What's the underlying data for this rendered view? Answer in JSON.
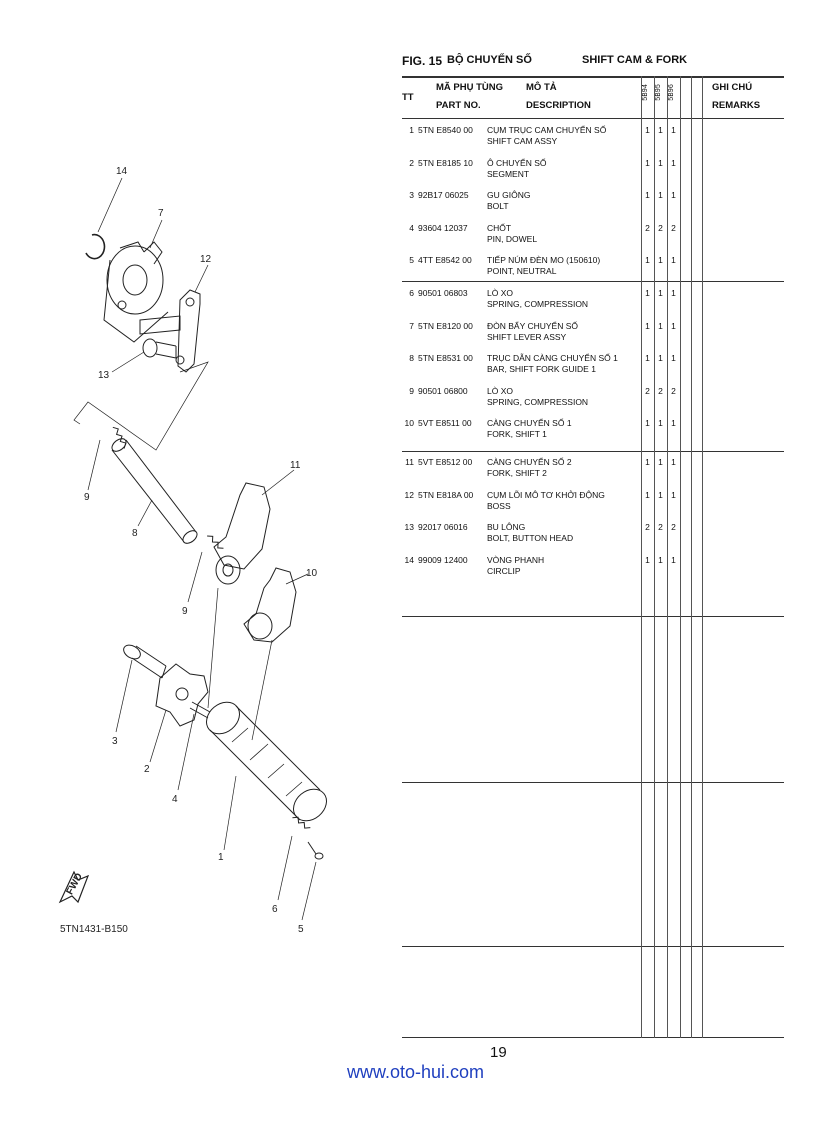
{
  "diagram": {
    "labels": [
      "14",
      "7",
      "12",
      "13",
      "11",
      "9",
      "8",
      "9",
      "10",
      "3",
      "2",
      "4",
      "1",
      "6",
      "5"
    ],
    "fwd_icon_text": "FWD",
    "figure_code": "5TN1431-B150"
  },
  "figure": {
    "label": "FIG. 15",
    "title_vn": "BỘ CHUYỂN SỐ",
    "title_en": "SHIFT CAM & FORK"
  },
  "table_header": {
    "tt": "TT",
    "part_no_vn": "MÃ PHỤ TÙNG",
    "part_no_en": "PART NO.",
    "description_vn": "MÔ TẢ",
    "description_en": "DESCRIPTION",
    "models": [
      "5B94",
      "5B95",
      "5B96"
    ],
    "remarks_vn": "GHI CHÚ",
    "remarks_en": "REMARKS"
  },
  "parts": [
    {
      "no": "1",
      "part_no": "5TN E8540 00",
      "desc_vn": "CỤM TRỤC CAM CHUYỂN SỐ",
      "desc_en": "SHIFT CAM ASSY",
      "qty": [
        "1",
        "1",
        "1"
      ]
    },
    {
      "no": "2",
      "part_no": "5TN E8185 10",
      "desc_vn": "Ô CHUYỂN SỐ",
      "desc_en": "SEGMENT",
      "qty": [
        "1",
        "1",
        "1"
      ]
    },
    {
      "no": "3",
      "part_no": "92B17 06025",
      "desc_vn": "GU GIÔNG",
      "desc_en": "BOLT",
      "qty": [
        "1",
        "1",
        "1"
      ]
    },
    {
      "no": "4",
      "part_no": "93604 12037",
      "desc_vn": "CHỐT",
      "desc_en": "PIN, DOWEL",
      "qty": [
        "2",
        "2",
        "2"
      ]
    },
    {
      "no": "5",
      "part_no": "4TT E8542 00",
      "desc_vn": "TIẾP NÚM ĐÈN MO (150610)",
      "desc_en": "POINT, NEUTRAL",
      "qty": [
        "1",
        "1",
        "1"
      ]
    },
    {
      "no": "6",
      "part_no": "90501 06803",
      "desc_vn": "LÒ XO",
      "desc_en": "SPRING, COMPRESSION",
      "qty": [
        "1",
        "1",
        "1"
      ]
    },
    {
      "no": "7",
      "part_no": "5TN E8120 00",
      "desc_vn": "ĐÒN BẨY CHUYỂN SỐ",
      "desc_en": "SHIFT LEVER ASSY",
      "qty": [
        "1",
        "1",
        "1"
      ]
    },
    {
      "no": "8",
      "part_no": "5TN E8531 00",
      "desc_vn": "TRỤC DẪN CÀNG CHUYỂN SỐ 1",
      "desc_en": "BAR, SHIFT FORK GUIDE 1",
      "qty": [
        "1",
        "1",
        "1"
      ]
    },
    {
      "no": "9",
      "part_no": "90501 06800",
      "desc_vn": "LÒ XO",
      "desc_en": "SPRING, COMPRESSION",
      "qty": [
        "2",
        "2",
        "2"
      ]
    },
    {
      "no": "10",
      "part_no": "5VT E8511 00",
      "desc_vn": "CÀNG CHUYỂN SỐ 1",
      "desc_en": "FORK, SHIFT 1",
      "qty": [
        "1",
        "1",
        "1"
      ]
    },
    {
      "no": "11",
      "part_no": "5VT E8512 00",
      "desc_vn": "CÀNG CHUYỂN SỐ 2",
      "desc_en": "FORK, SHIFT 2",
      "qty": [
        "1",
        "1",
        "1"
      ]
    },
    {
      "no": "12",
      "part_no": "5TN E818A 00",
      "desc_vn": "CỤM LÕI MÔ TƠ KHỞI ĐỘNG",
      "desc_en": "BOSS",
      "qty": [
        "1",
        "1",
        "1"
      ]
    },
    {
      "no": "13",
      "part_no": "92017 06016",
      "desc_vn": "BU LÔNG",
      "desc_en": "BOLT, BUTTON HEAD",
      "qty": [
        "2",
        "2",
        "2"
      ]
    },
    {
      "no": "14",
      "part_no": "99009 12400",
      "desc_vn": "VÒNG PHANH",
      "desc_en": "CIRCLIP",
      "qty": [
        "1",
        "1",
        "1"
      ]
    }
  ],
  "page_number": "19",
  "website": "www.oto-hui.com"
}
